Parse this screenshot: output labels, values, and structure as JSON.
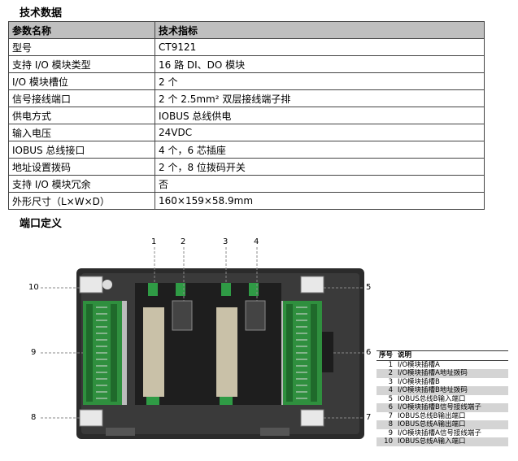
{
  "headings": {
    "tech_data": "技术数据",
    "port_def": "端口定义"
  },
  "spec_table": {
    "header": [
      "参数名称",
      "技术指标"
    ],
    "rows": [
      [
        "型号",
        "CT9121"
      ],
      [
        "支持 I/O 模块类型",
        "16 路 DI、DO 模块"
      ],
      [
        "I/O 模块槽位",
        "2 个"
      ],
      [
        "信号接线端口",
        "2 个 2.5mm² 双层接线端子排"
      ],
      [
        "供电方式",
        "IOBUS 总线供电"
      ],
      [
        "输入电压",
        "24VDC"
      ],
      [
        "IOBUS 总线接口",
        "4 个，6 芯插座"
      ],
      [
        "地址设置拨码",
        "2 个，8 位拨码开关"
      ],
      [
        "支持 I/O 模块冗余",
        "否"
      ],
      [
        "外形尺寸（L×W×D）",
        "160×159×58.9mm"
      ]
    ]
  },
  "callouts": [
    "1",
    "2",
    "3",
    "4",
    "5",
    "6",
    "7",
    "8",
    "9",
    "10"
  ],
  "legend": {
    "header_no": "序号",
    "header_desc": "说明",
    "items": [
      [
        "1",
        "I/O模块插槽A"
      ],
      [
        "2",
        "I/O模块插槽A地址拨码"
      ],
      [
        "3",
        "I/O模块插槽B"
      ],
      [
        "4",
        "I/O模块插槽B地址拨码"
      ],
      [
        "5",
        "IOBUS总线B输入端口"
      ],
      [
        "6",
        "I/O模块插槽B信号接线端子"
      ],
      [
        "7",
        "IOBUS总线B输出端口"
      ],
      [
        "8",
        "IOBUS总线A输出端口"
      ],
      [
        "9",
        "I/O模块插槽A信号接线端子"
      ],
      [
        "10",
        "IOBUS总线A输入端口"
      ]
    ]
  }
}
